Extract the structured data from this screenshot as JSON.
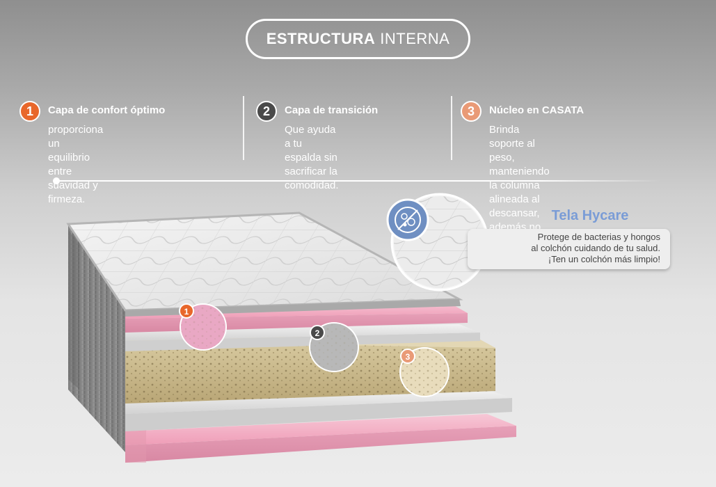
{
  "header": {
    "title_bold": "ESTRUCTURA",
    "title_rest": "INTERNA"
  },
  "features": [
    {
      "number": "1",
      "title": "Capa de confort óptimo",
      "lines": [
        "proporciona un equilibrio entre",
        "suavidad y firmeza."
      ],
      "color": "#e8672b"
    },
    {
      "number": "2",
      "title": "Capa de transición",
      "lines": [
        "Que ayuda a tu espalda sin",
        "sacrificar la comodidad."
      ],
      "color": "#4a4a4a"
    },
    {
      "number": "3",
      "title": "Núcleo en CASATA",
      "lines": [
        "Brinda soporte al peso, manteniendo",
        "la columna alineada al descansar,",
        "además no se deforma."
      ],
      "color": "#e99a76"
    }
  ],
  "tela": {
    "title": "Tela Hycare",
    "lines": [
      "Protege de bacterias y hongos",
      "al colchón  cuidando de tu salud.",
      "¡Ten un colchón más limpio!"
    ]
  },
  "icons": {
    "antibacterial": "antibacterial-shield-icon"
  }
}
